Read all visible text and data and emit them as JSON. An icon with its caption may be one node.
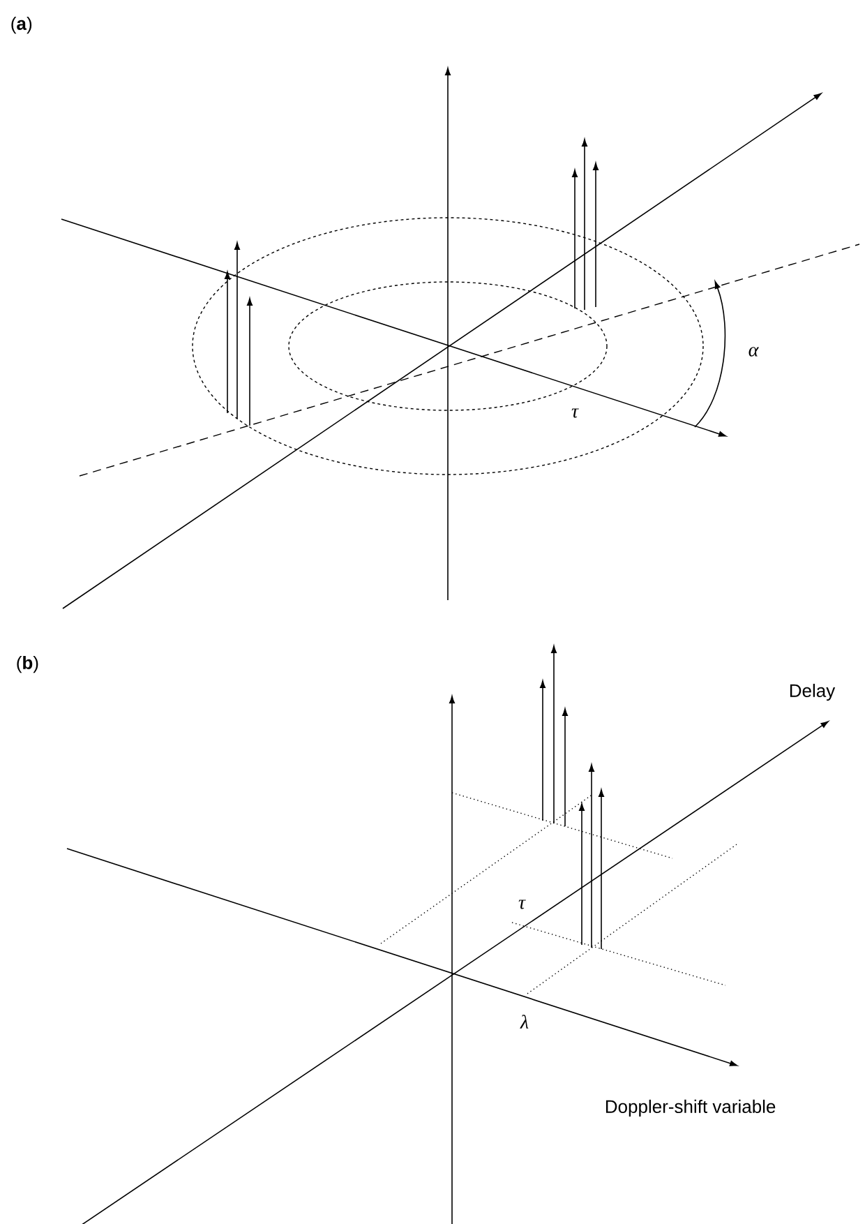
{
  "diagram": {
    "labels": [
      "(**a**)",
      "α",
      "τ",
      "(**b**)",
      "Delay",
      "τ",
      "λ",
      "Doppler-shift variable"
    ]
  }
}
